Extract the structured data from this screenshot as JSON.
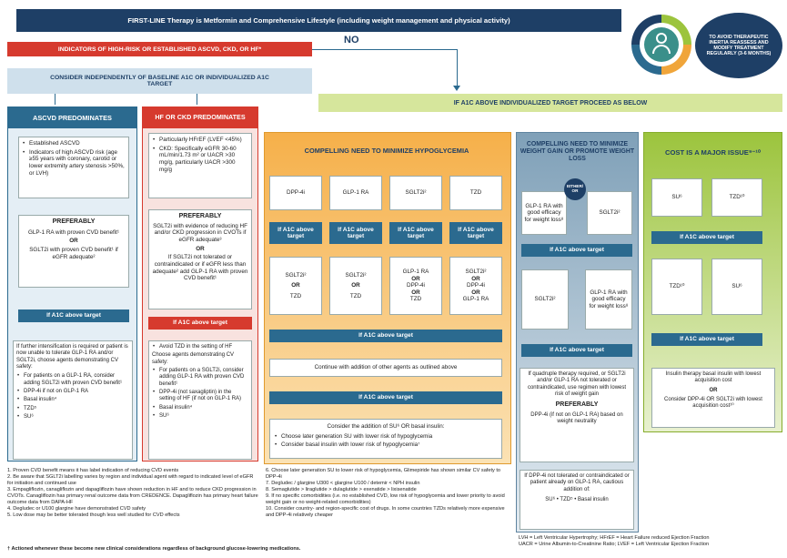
{
  "top": {
    "title": "FIRST-LINE Therapy is Metformin and Comprehensive Lifestyle (including weight management and physical activity)",
    "right_note": "TO AVOID THERAPEUTIC INERTIA REASSESS AND MODIFY TREATMENT REGULARLY (3-6 MONTHS)"
  },
  "risk": {
    "label": "INDICATORS OF HIGH-RISK OR ESTABLISHED ASCVD, CKD, OR HF*",
    "no": "NO",
    "consider": "CONSIDER INDEPENDENTLY OF BASELINE A1C OR INDIVIDUALIZED A1C TARGET",
    "if_above": "IF A1C ABOVE INDIVIDUALIZED TARGET PROCEED AS BELOW"
  },
  "ascvd": {
    "head": "ASCVD PREDOMINATES",
    "bul1": "Established ASCVD",
    "bul2": "Indicators of high ASCVD risk (age ≥55 years with coronary, carotid or lower extremity artery stenosis >50%, or LVH)",
    "pref": "PREFERABLY",
    "glp": "GLP-1 RA with proven CVD benefit¹",
    "or": "OR",
    "sglt": "SGLT2i with proven CVD benefit¹ if eGFR adequate²",
    "a1c": "If A1C above target",
    "intens": "If further intensification is required or patient is now unable to tolerate GLP-1 RA and/or SGLT2i, choose agents demonstrating CV safety:",
    "i1": "For patients on a GLP-1 RA, consider adding SGLT2i with proven CVD benefit¹",
    "i2": "DPP-4i if not on GLP-1 RA",
    "i3": "Basal insulin⁴",
    "i4": "TZD⁵",
    "i5": "SU⁶"
  },
  "hf": {
    "head": "HF OR CKD PREDOMINATES",
    "b1": "Particularly HFrEF (LVEF <45%)",
    "b2": "CKD: Specifically eGFR 30-60 mL/min/1.73 m² or UACR >30 mg/g, particularly UACR >300 mg/g",
    "pref": "PREFERABLY",
    "sglt": "SGLT2i with evidence of reducing HF and/or CKD progression in CVOTs if eGFR adequate³",
    "or": "OR",
    "ifnot": "If SGLT2i not tolerated or contraindicated or if eGFR less than adequate² add GLP-1 RA with proven CVD benefit¹",
    "a1c": "If A1C above target",
    "t1": "Avoid TZD in the setting of HF",
    "choose": "Choose agents demonstrating CV safety:",
    "c1": "For patients on a SGLT2i, consider adding GLP-1 RA with proven CVD benefit¹",
    "c2": "DPP-4i (not saxagliptin) in the setting of HF (if not on GLP-1 RA)",
    "c3": "Basal insulin⁴",
    "c4": "SU⁶"
  },
  "hypo": {
    "head": "COMPELLING NEED TO MINIMIZE HYPOGLYCEMIA",
    "d1": "DPP-4i",
    "d2": "GLP-1 RA",
    "d3": "SGLT2i²",
    "d4": "TZD",
    "a1c": "If A1C above target",
    "s1": "SGLT2i²",
    "s1b": "TZD",
    "s2": "SGLT2i²",
    "s2b": "TZD",
    "s3": "GLP-1 RA",
    "s3b": "DPP-4i",
    "s3c": "TZD",
    "s4": "SGLT2i²",
    "s4b": "DPP-4i",
    "s4c": "GLP-1 RA",
    "or": "OR",
    "a1c2": "If A1C above target",
    "cont": "Continue with addition of other agents as outlined above",
    "a1c3": "If A1C above target",
    "sucons": "Consider the addition of SU⁶ OR basal insulin:",
    "su1": "Choose later generation SU with lower risk of hypoglycemia",
    "su2": "Consider basal insulin with lower risk of hypoglycemia⁷"
  },
  "weight": {
    "head": "COMPELLING NEED TO MINIMIZE WEIGHT GAIN OR PROMOTE WEIGHT LOSS",
    "glp": "GLP-1 RA with good efficacy for weight loss⁸",
    "either": "EITHER/ OR",
    "sglt": "SGLT2i²",
    "a1c": "If A1C above target",
    "sglt2": "SGLT2i²",
    "glp2": "GLP-1 RA with good efficacy for weight loss⁸",
    "a1c2": "If A1C above target",
    "quad": "If quadruple therapy required, or SGLT2i and/or GLP-1 RA not tolerated or contraindicated, use regimen with lowest risk of weight gain",
    "pref": "PREFERABLY",
    "dpp": "DPP-4i (if not on GLP-1 RA) based on weight neutrality",
    "ifdpp": "If DPP-4i not tolerated or contraindicated or patient already on GLP-1 RA, cautious addition of:",
    "opts": "SU⁶ • TZD⁵ • Basal insulin"
  },
  "cost": {
    "head": "COST IS A MAJOR ISSUE⁹⁻¹⁰",
    "su": "SU⁶",
    "tzd": "TZD¹⁰",
    "a1c": "If A1C above target",
    "tzd2": "TZD¹⁰",
    "su2": "SU⁶",
    "a1c2": "If A1C above target",
    "ins": "Insulin therapy basal insulin with lowest acquisition cost",
    "or": "OR",
    "dpp": "Consider DPP-4i OR SGLT2i with lowest acquisition cost¹⁰"
  },
  "footnotes": {
    "f1": "1. Proven CVD benefit means it has label indication of reducing CVD events",
    "f2": "2. Be aware that SGLT2i labelling varies by region and individual agent with regard to indicated level of eGFR for initiation and continued use",
    "f3": "3. Empagliflozin, canagliflozin and dapagliflozin have shown reduction in HF and to reduce CKD progression in CVOTs. Canagliflozin has primary renal outcome data from CREDENCE. Dapagliflozin has primary heart failure outcome data from DAPA-HF",
    "f4": "4. Degludec or U100 glargine have demonstrated CVD safety",
    "f5": "5. Low dose may be better tolerated though less well studied for CVD effects",
    "f6": "6. Choose later generation SU to lower risk of hypoglycemia, Glimepiride has shown similar CV safety to DPP-4i",
    "f7": "7. Degludec / glargine U300 < glargine U100 / detemir < NPH insulin",
    "f8": "8. Semaglutide > liraglutide > dulaglutide > exenatide > lixisenatide",
    "f9": "9. If no specific comorbidities (i.e. no established CVD, low risk of hypoglycemia and lower priority to avoid weight gain or no weight-related comorbidities)",
    "f10": "10. Consider country- and region-specific cost of drugs. In some countries TZDs relatively more expensive and DPP-4i relatively cheaper",
    "abbr1": "LVH = Left Ventricular Hypertrophy; HFrEF = Heart Failure reduced Ejection Fraction",
    "abbr2": "UACR = Urine Albumin-to-Creatinine Ratio; LVEF = Left Ventricular Ejection Fraction",
    "star": "† Actioned whenever these become new clinical considerations regardless of background glucose-lowering medications."
  },
  "colors": {
    "navy": "#1e3f66",
    "red": "#d63a2e",
    "teal": "#2b6a8f",
    "orange": "#f0a53a",
    "green": "#9cc43d",
    "bluegrey": "#7fa0b8"
  }
}
